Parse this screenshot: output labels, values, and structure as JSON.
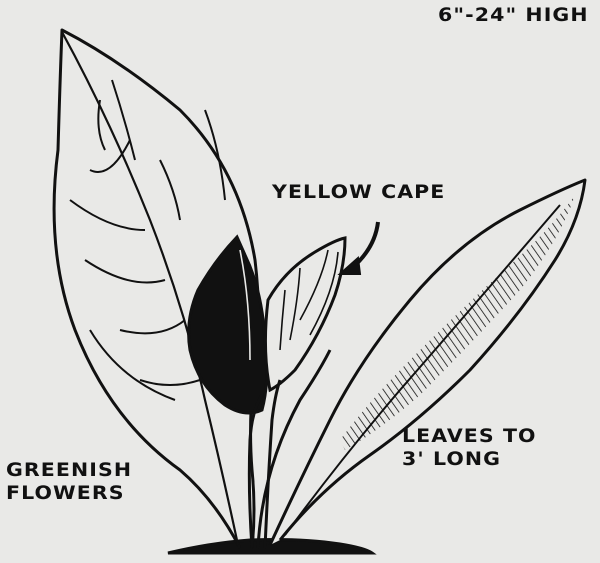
{
  "labels": {
    "height": "6\"-24\" HIGH",
    "cape": "YELLOW CAPE",
    "leaves": [
      "LEAVES TO",
      "3' LONG"
    ],
    "flowers": [
      "GREENISH",
      "FLOWERS"
    ]
  },
  "colors": {
    "ink": "#111111",
    "paper": "#e9e9e7"
  }
}
